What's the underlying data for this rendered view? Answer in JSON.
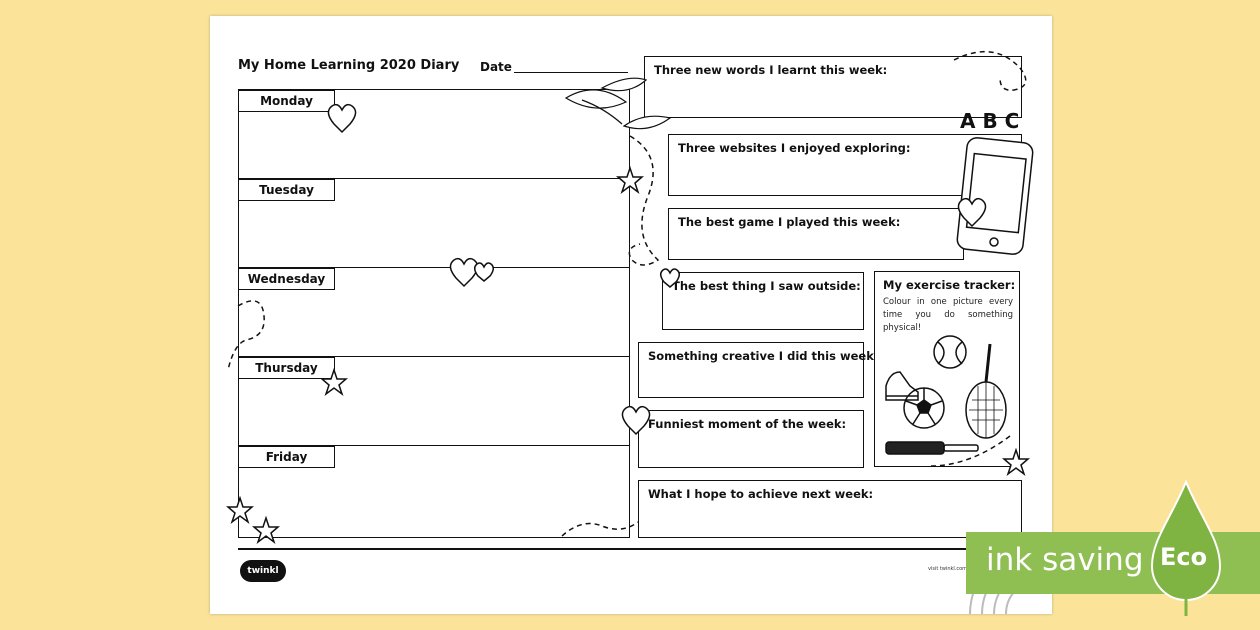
{
  "sheet": {
    "title": "My Home Learning 2020 Diary",
    "date_label": "Date"
  },
  "days": [
    "Monday",
    "Tuesday",
    "Wednesday",
    "Thursday",
    "Friday"
  ],
  "prompts": {
    "new_words": "Three new words I learnt this week:",
    "websites": "Three websites I enjoyed exploring:",
    "best_game": "The best game I played this week:",
    "best_outside": "The best thing I saw outside:",
    "creative": "Something creative I did this week:",
    "funniest": "Funniest moment of the week:",
    "hope": "What I hope to achieve next week:"
  },
  "tracker": {
    "title": "My exercise tracker:",
    "instructions": "Colour in one picture every time you do something physical!"
  },
  "decor": {
    "abc": "A B C"
  },
  "footer": {
    "logo": "twinkl",
    "url": "visit twinkl.com"
  },
  "eco_badge": {
    "label": "ink saving",
    "badge": "Eco",
    "color": "#8fbe52"
  }
}
